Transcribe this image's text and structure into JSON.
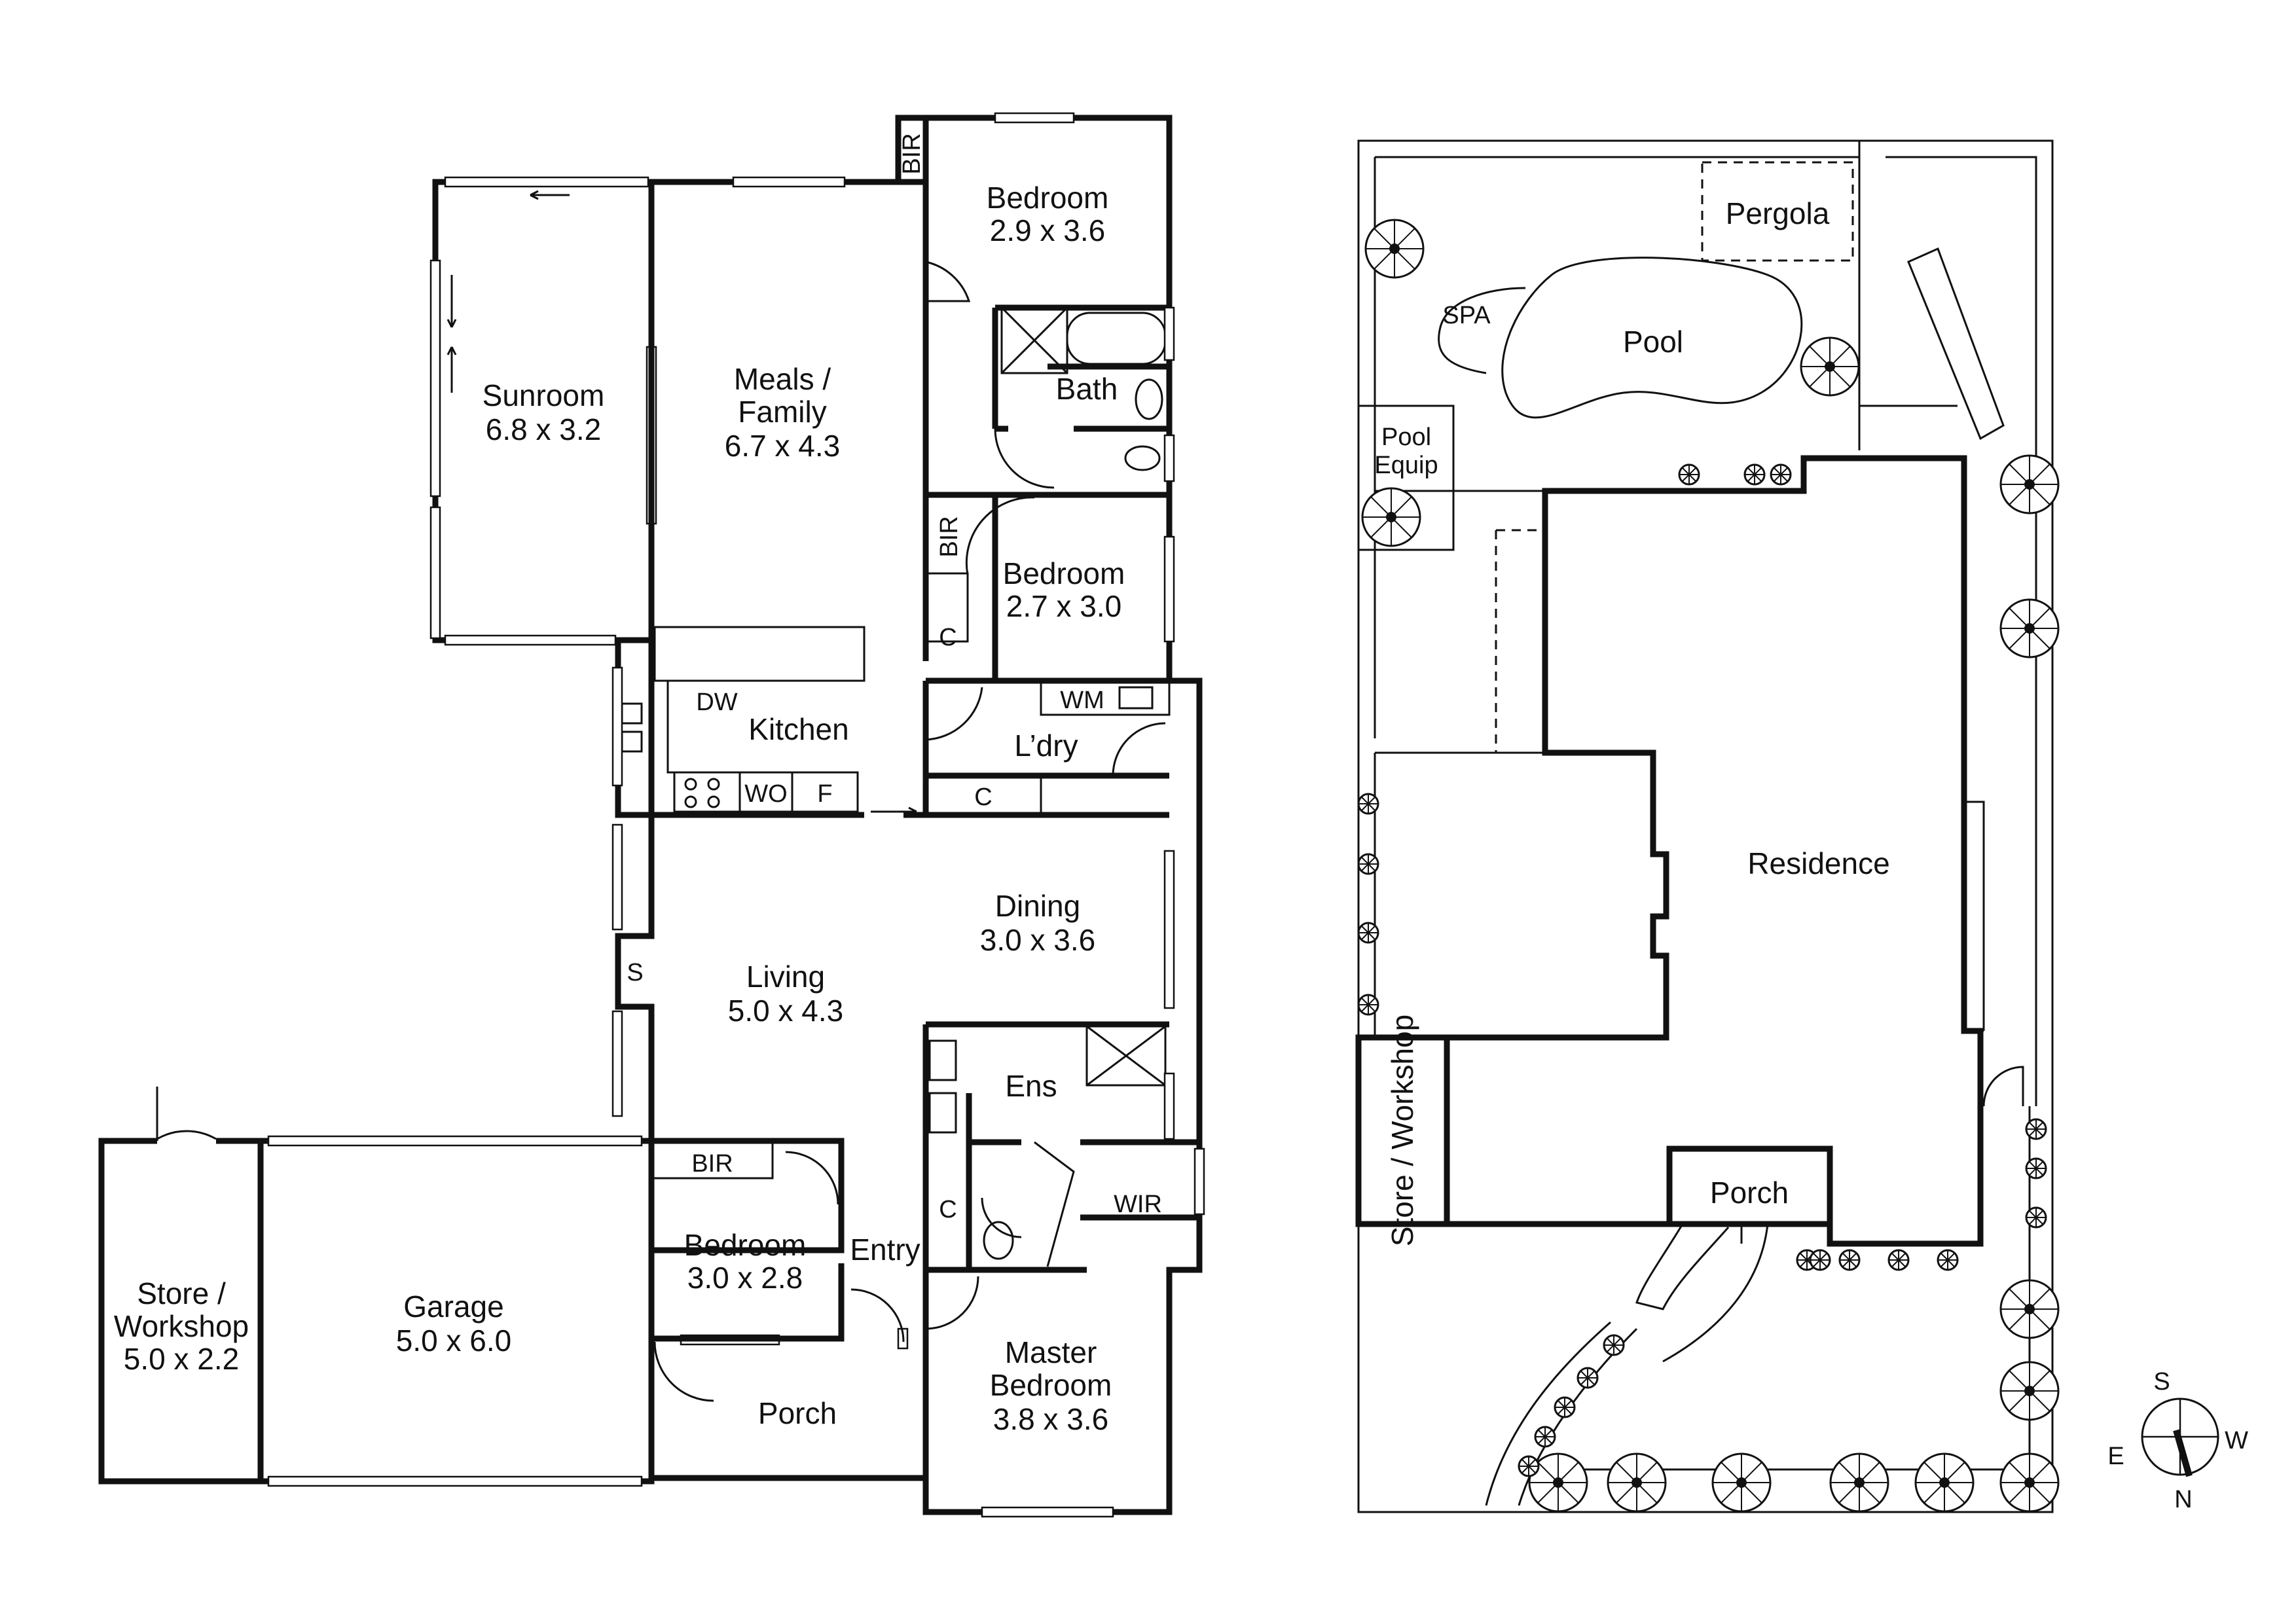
{
  "floor_plan": {
    "rooms": {
      "bir_top": "BIR",
      "bedroom_top": {
        "name": "Bedroom",
        "size": "2.9 x 3.6"
      },
      "sunroom": {
        "name": "Sunroom",
        "size": "6.8 x 3.2"
      },
      "meals_family": {
        "name1": "Meals /",
        "name2": "Family",
        "size": "6.7 x 4.3"
      },
      "bath": "Bath",
      "bir_mid": "BIR",
      "bedroom_mid": {
        "name": "Bedroom",
        "size": "2.7 x 3.0"
      },
      "c_mid": "C",
      "dw": "DW",
      "kitchen": "Kitchen",
      "wm": "WM",
      "ldry": "L’dry",
      "wo": "WO",
      "f": "F",
      "c_ldry": "C",
      "dining": {
        "name": "Dining",
        "size": "3.0 x 3.6"
      },
      "s": "S",
      "living": {
        "name": "Living",
        "size": "5.0 x 4.3"
      },
      "ens": "Ens",
      "bir_low": "BIR",
      "c_ens": "C",
      "wir": "WIR",
      "bedroom_low": {
        "name": "Bedroom",
        "size": "3.0 x 2.8"
      },
      "entry": "Entry",
      "store_workshop": {
        "name1": "Store /",
        "name2": "Workshop",
        "size": "5.0 x 2.2"
      },
      "garage": {
        "name": "Garage",
        "size": "5.0 x 6.0"
      },
      "porch": "Porch",
      "master_bedroom": {
        "name1": "Master",
        "name2": "Bedroom",
        "size": "3.8 x 3.6"
      }
    }
  },
  "site_plan": {
    "pergola": "Pergola",
    "spa": "SPA",
    "pool": "Pool",
    "pool_equip": {
      "line1": "Pool",
      "line2": "Equip"
    },
    "residence": "Residence",
    "store_workshop": "Store / Workshop",
    "porch": "Porch"
  },
  "compass": {
    "s": "S",
    "w": "W",
    "e": "E",
    "n": "N"
  }
}
